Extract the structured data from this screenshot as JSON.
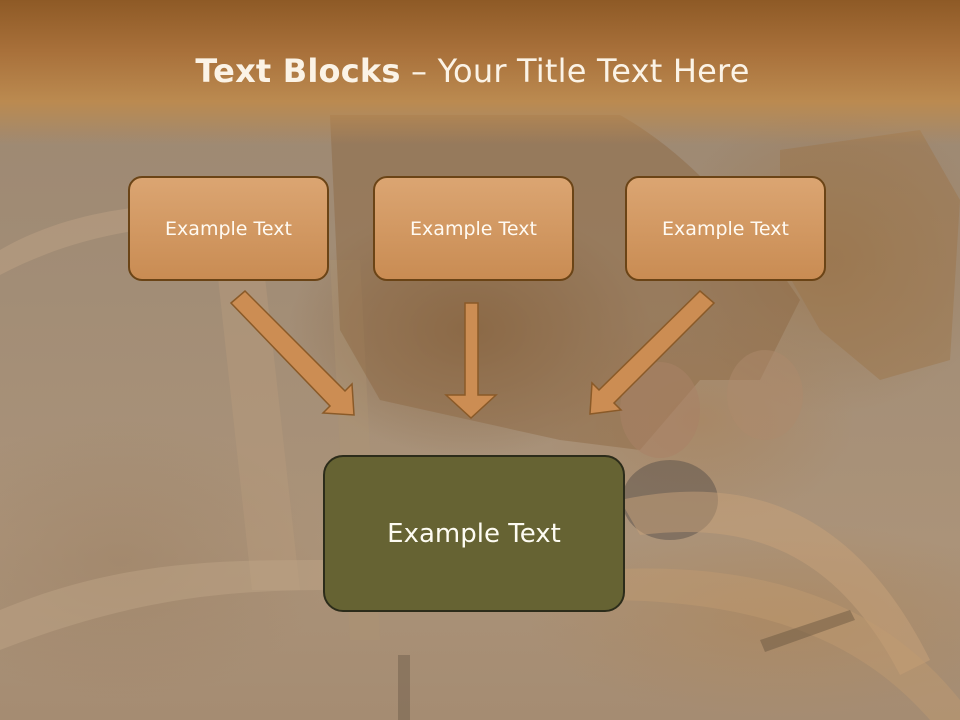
{
  "slide": {
    "title_bold": "Text Blocks",
    "title_sep": " – ",
    "title_rest": "Your Title Text Here",
    "top_blocks": [
      {
        "label": "Example Text"
      },
      {
        "label": "Example Text"
      },
      {
        "label": "Example Text"
      }
    ],
    "bottom_block": {
      "label": "Example Text"
    }
  },
  "colors": {
    "title_band": "#a8703a",
    "block_fill": "#d39b63",
    "block_border": "#6b4416",
    "main_fill": "#666333",
    "arrow_fill": "#c8894f"
  }
}
